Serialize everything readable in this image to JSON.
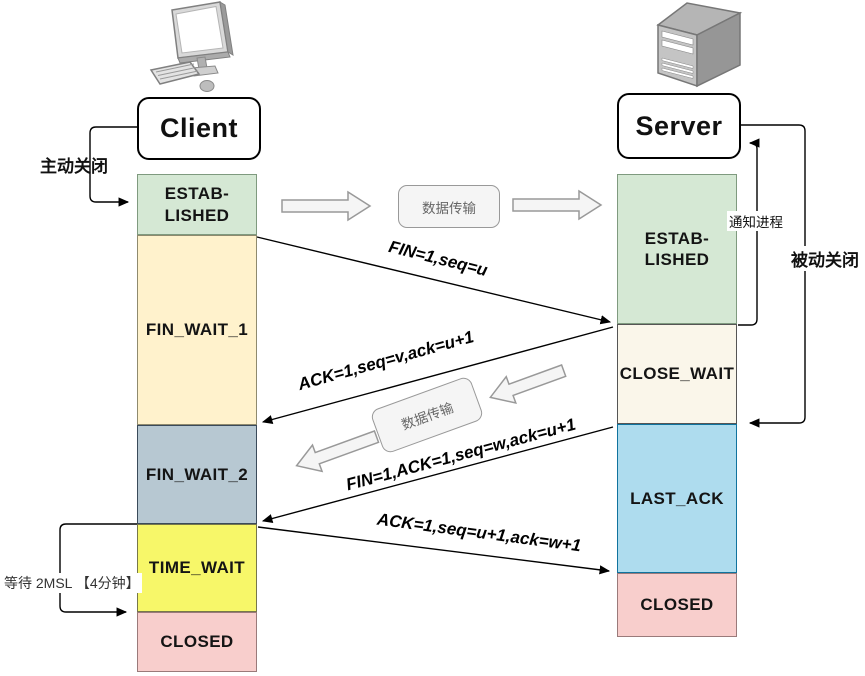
{
  "client": {
    "label": "Client",
    "active_close_note": "主动关闭",
    "wait_note": "等待 2MSL 【4分钟】",
    "states": [
      {
        "name": "ESTABLISHED",
        "line1": "ESTAB-",
        "line2": "LISHED",
        "color": "#d5e8d4"
      },
      {
        "name": "FIN_WAIT_1",
        "line1": "FIN_WAIT_1",
        "color": "#fff2cc"
      },
      {
        "name": "FIN_WAIT_2",
        "line1": "FIN_WAIT_2",
        "color": "#b7c8d2"
      },
      {
        "name": "TIME_WAIT",
        "line1": "TIME_WAIT",
        "color": "#f7f769"
      },
      {
        "name": "CLOSED",
        "line1": "CLOSED",
        "color": "#f8cecc"
      }
    ]
  },
  "server": {
    "label": "Server",
    "passive_close_note": "被动关闭",
    "notify_note": "通知进程",
    "states": [
      {
        "name": "ESTABLISHED",
        "line1": "ESTAB-",
        "line2": "LISHED",
        "color": "#d5e8d4"
      },
      {
        "name": "CLOSE_WAIT",
        "line1": "CLOSE_WAIT",
        "color": "#faf6ea"
      },
      {
        "name": "LAST_ACK",
        "line1": "LAST_ACK",
        "color": "#aedcee"
      },
      {
        "name": "CLOSED",
        "line1": "CLOSED",
        "color": "#f8cecc"
      }
    ]
  },
  "messages": {
    "fin1": "FIN=1,seq=u",
    "ack1": "ACK=1,seq=v,ack=u+1",
    "fin2": "FIN=1,ACK=1,seq=w,ack=u+1",
    "ack2": "ACK=1,seq=u+1,ack=w+1"
  },
  "data_transfer": {
    "top_label": "数据传输",
    "mid_label": "数据传输"
  },
  "icons": {
    "client": "desktop-computer-icon",
    "server": "server-tower-icon"
  },
  "colors": {
    "established": "#d5e8d4",
    "fin_wait_1": "#fff2cc",
    "fin_wait_2": "#b7c8d2",
    "time_wait": "#f7f769",
    "closed": "#f8cecc",
    "close_wait": "#faf6ea",
    "last_ack": "#aedcee",
    "line": "#000000",
    "block_arrow_fill": "#f5f5f5",
    "block_arrow_stroke": "#999999"
  }
}
